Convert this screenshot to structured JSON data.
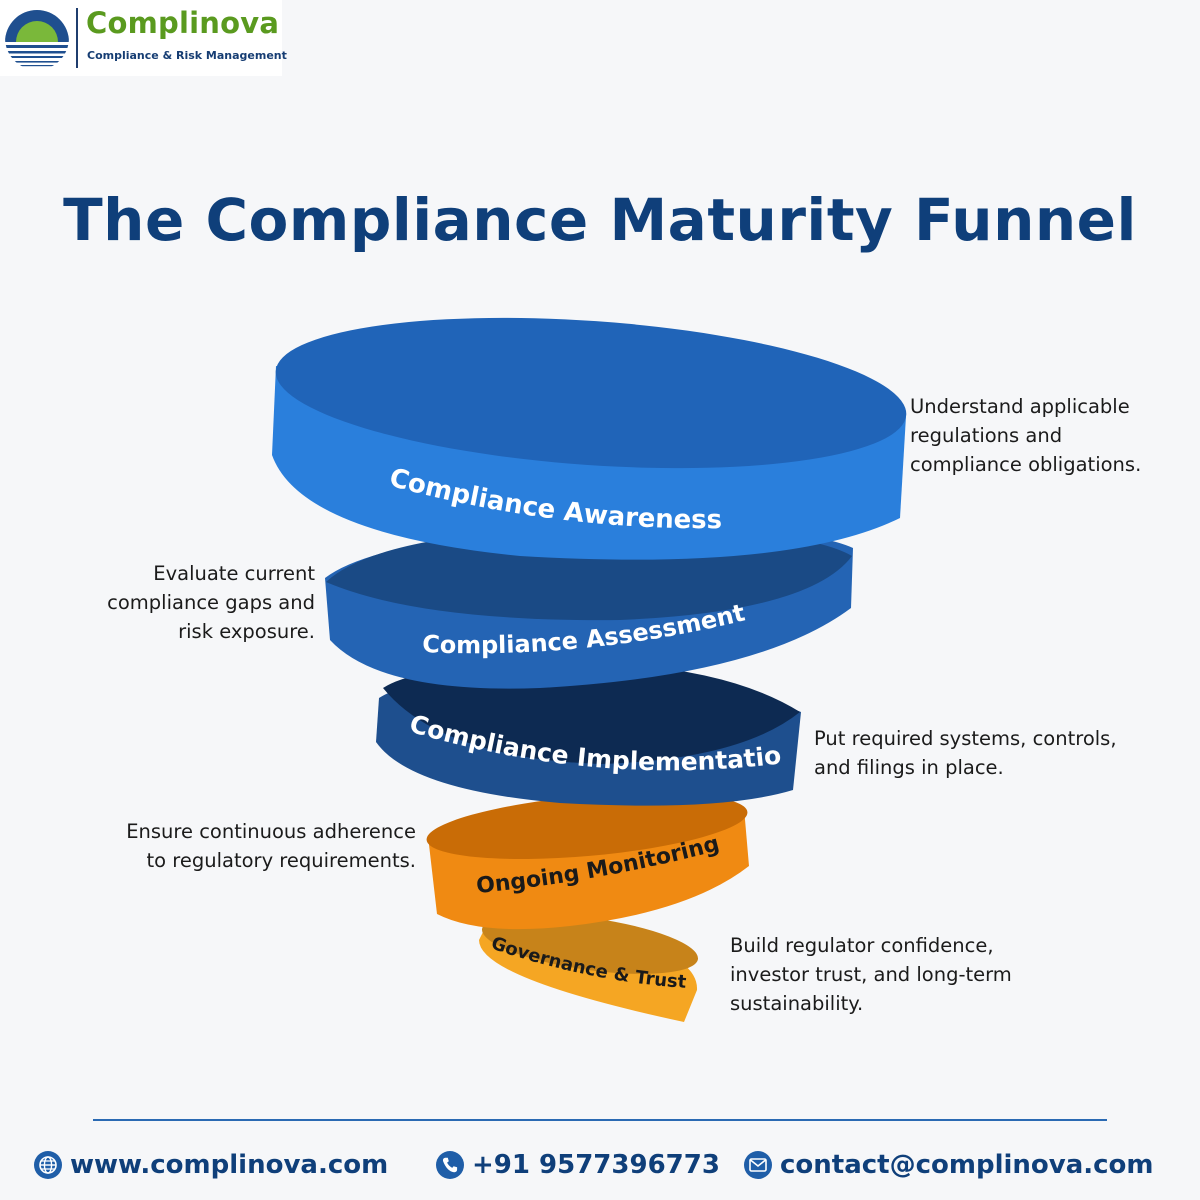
{
  "brand": {
    "name": "Complinova",
    "tagline": "Compliance & Risk Management"
  },
  "title": "The Compliance Maturity Funnel",
  "stages": [
    {
      "label": "Compliance Awareness",
      "description": "Understand applicable regulations and compliance obligations.",
      "color": "#2f86e0"
    },
    {
      "label": "Compliance Assessment",
      "description": "Evaluate current compliance gaps and risk exposure.",
      "color": "#2464b4"
    },
    {
      "label": "Compliance Implementation",
      "description": "Put required systems, controls, and filings in place.",
      "color": "#1e4f8e"
    },
    {
      "label": "Ongoing Monitoring",
      "description": "Ensure continuous adherence to regulatory requirements.",
      "color": "#f08a12"
    },
    {
      "label": "Governance & Trust",
      "description": "Build regulator confidence, investor trust, and long-term sustainability.",
      "color": "#f5a623"
    }
  ],
  "contacts": {
    "website": "www.complinova.com",
    "phone": "+91 9577396773",
    "email": "contact@complinova.com",
    "website_icon": "globe-icon",
    "phone_icon": "phone-icon",
    "email_icon": "mail-icon"
  },
  "colors": {
    "title": "#0f3f7a",
    "brand_green": "#5a9a1f",
    "brand_navy": "#163d73"
  }
}
